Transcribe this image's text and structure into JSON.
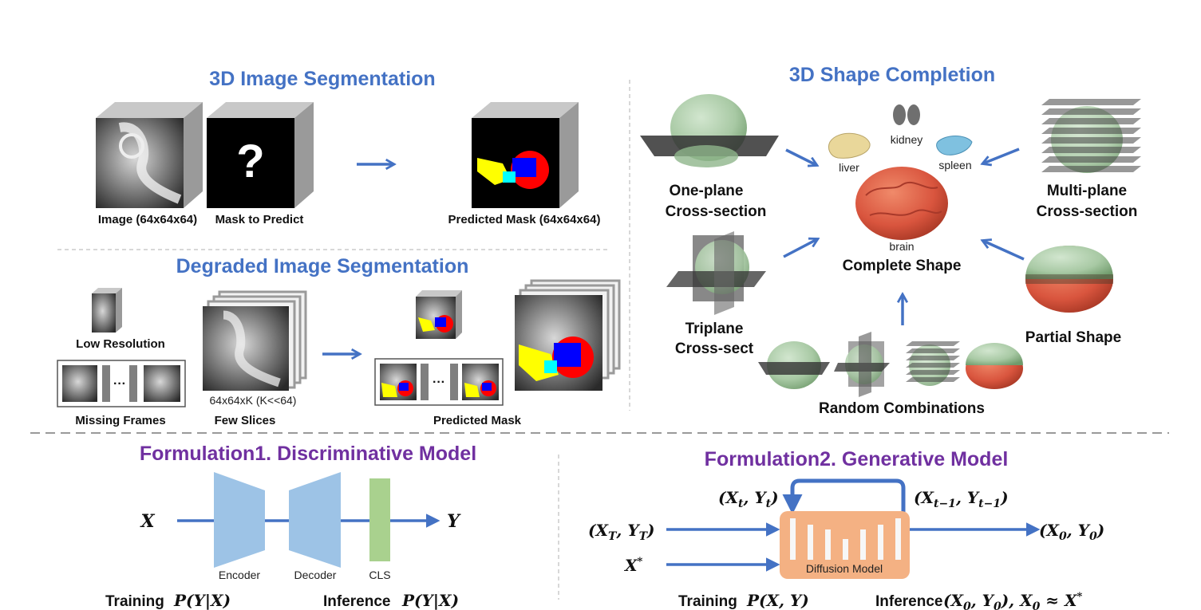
{
  "seg3d": {
    "title": "3D Image Segmentation",
    "image_label": "Image (64x64x64)",
    "mask_label": "Mask to Predict",
    "question_mark": "?",
    "pred_label": "Predicted Mask (64x64x64)"
  },
  "degraded": {
    "title": "Degraded Image Segmentation",
    "low_res": "Low Resolution",
    "missing_frames": "Missing Frames",
    "slices_dim": "64x64xK (K<<64)",
    "few_slices": "Few Slices",
    "pred_mask": "Predicted Mask",
    "ellipsis": "···"
  },
  "shape": {
    "title": "3D Shape Completion",
    "one_plane_1": "One-plane",
    "one_plane_2": "Cross-section",
    "multi_plane_1": "Multi-plane",
    "multi_plane_2": "Cross-section",
    "triplane_1": "Triplane",
    "triplane_2": "Cross-sect",
    "partial": "Partial Shape",
    "random": "Random Combinations",
    "liver": "liver",
    "kidney": "kidney",
    "spleen": "spleen",
    "brain": "brain",
    "complete": "Complete Shape"
  },
  "f1": {
    "title": "Formulation1. Discriminative Model",
    "x": "X",
    "y": "Y",
    "encoder": "Encoder",
    "decoder": "Decoder",
    "cls": "CLS",
    "training_word": "Training",
    "training_formula": "P(Y|X)",
    "inference_word": "Inference",
    "inference_formula": "P(Y|X)"
  },
  "f2": {
    "title": "Formulation2. Generative Model",
    "xt_yt": "(X_t, Y_t)",
    "xt1_yt1": "(X_{t−1}, Y_{t−1})",
    "xT_yT": "(X_T, Y_T)",
    "xstar": "X*",
    "x0_y0": "(X_0, Y_0)",
    "diffusion": "Diffusion Model",
    "training_word": "Training",
    "training_formula": "P(X, Y)",
    "inference_word": "Inference",
    "inference_formula": "(X_0, Y_0),  X_0 ≈ X*"
  },
  "colors": {
    "arrow": "#4472C4",
    "title_blue": "#4472C4",
    "title_purple": "#7030A0",
    "encoder": "#9DC3E6",
    "cls": "#A9D18E",
    "diffusion_box": "#F4B183",
    "brain_red": "#D9553E",
    "brain_green": "#A8C9A4"
  }
}
